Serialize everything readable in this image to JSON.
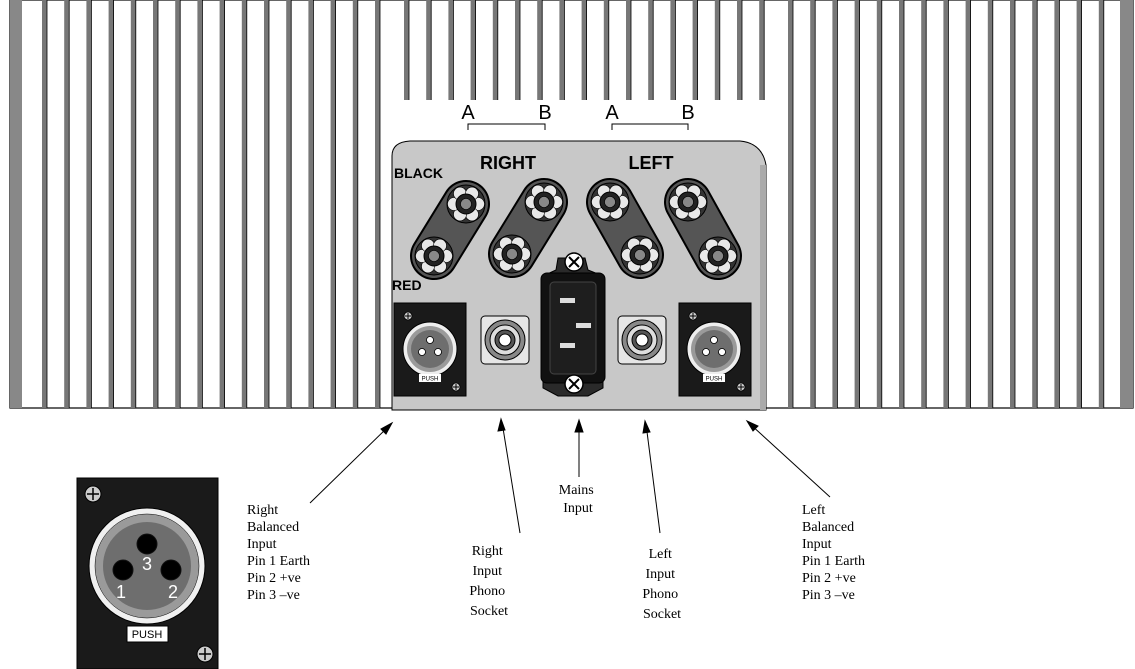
{
  "panel": {
    "right_label": "RIGHT",
    "left_label": "LEFT",
    "black_label": "BLACK",
    "red_label": "RED",
    "terminals": [
      "A",
      "B",
      "A",
      "B"
    ]
  },
  "xlr": {
    "pins": [
      "1",
      "3",
      "2"
    ],
    "push_label": "PUSH"
  },
  "callouts": [
    {
      "id": "right-balanced",
      "lines": [
        "Right",
        "Balanced",
        "Input",
        "Pin 1  Earth",
        "Pin 2  +ve",
        "Pin 3  –ve"
      ]
    },
    {
      "id": "right-phono",
      "lines": [
        "Right",
        "Input",
        "Phono",
        "Socket"
      ]
    },
    {
      "id": "mains",
      "lines": [
        "Mains",
        "Input"
      ]
    },
    {
      "id": "left-phono",
      "lines": [
        "Left",
        "Input",
        "Phono",
        "Socket"
      ]
    },
    {
      "id": "left-balanced",
      "lines": [
        "Left",
        "Balanced",
        "Input",
        "Pin 1  Earth",
        "Pin 2  +ve",
        "Pin 3  –ve"
      ]
    }
  ],
  "colors": {
    "panel": "#c8c8c8",
    "fin_shadow": "#777777",
    "xlr_outer": "#1a1a1a",
    "xlr_ring": "#9a9a9a",
    "xlr_face": "#6e6e6e"
  }
}
